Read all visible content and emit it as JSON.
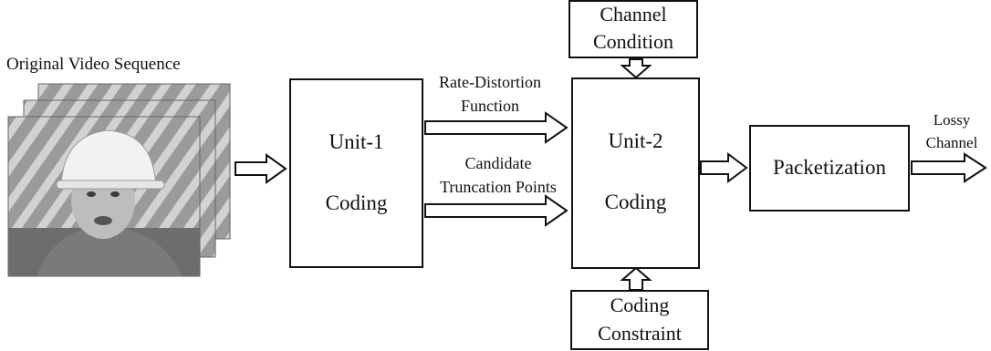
{
  "input": {
    "label": "Original Video Sequence"
  },
  "unit1": {
    "line1": "Unit-1",
    "line2": "Coding"
  },
  "unit2": {
    "line1": "Unit-2",
    "line2": "Coding"
  },
  "packetization": {
    "label": "Packetization"
  },
  "channel_condition": {
    "line1": "Channel",
    "line2": "Condition"
  },
  "coding_constraint": {
    "line1": "Coding",
    "line2": "Constraint"
  },
  "arrows": {
    "rd_line1": "Rate-Distortion",
    "rd_line2": "Function",
    "ctp_line1": "Candidate",
    "ctp_line2": "Truncation Points",
    "lossy_line1": "Lossy",
    "lossy_line2": "Channel"
  },
  "colors": {
    "stroke": "#111111",
    "frame_gray": "#8a8a8a",
    "frame_dark": "#5e5e5e",
    "helmet": "#f2f2f2",
    "face": "#bdbdbd"
  }
}
